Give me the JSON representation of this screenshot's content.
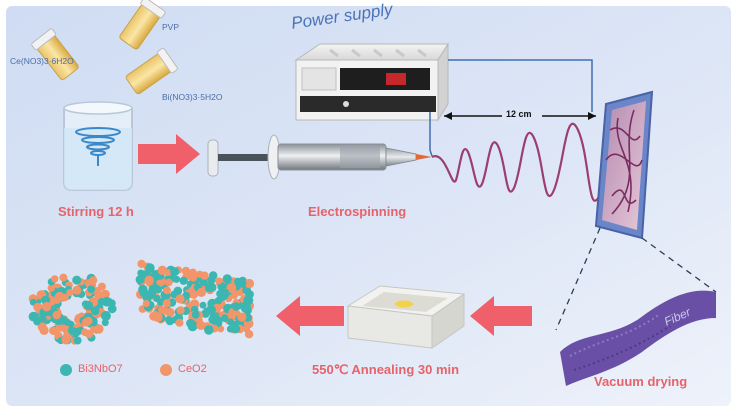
{
  "labels": {
    "power_supply": "Power supply",
    "pvp": "PVP",
    "cerium_nitrate": "Ce(NO3)3·6H2O",
    "bismuth_nitrate": "Bi(NO3)3·5H2O",
    "distance": "12 cm",
    "stirring": "Stirring 12 h",
    "electrospinning": "Electrospinning",
    "fiber": "Fiber",
    "vacuum_drying": "Vacuum drying",
    "annealing": "550℃ Annealing 30 min",
    "legend_bi3nbo7": "Bi3NbO7",
    "legend_ceo2": "CeO2"
  },
  "colors": {
    "label_pink": "#e7626a",
    "arrow_red": "#f0606b",
    "bi3nbo7_teal": "#3bb6b0",
    "ceo2_orange": "#f2956a",
    "fiber_purple": "#6a4fa6",
    "wire_blue": "#3f6fb0",
    "power_text_blue": "#4a73b8"
  }
}
